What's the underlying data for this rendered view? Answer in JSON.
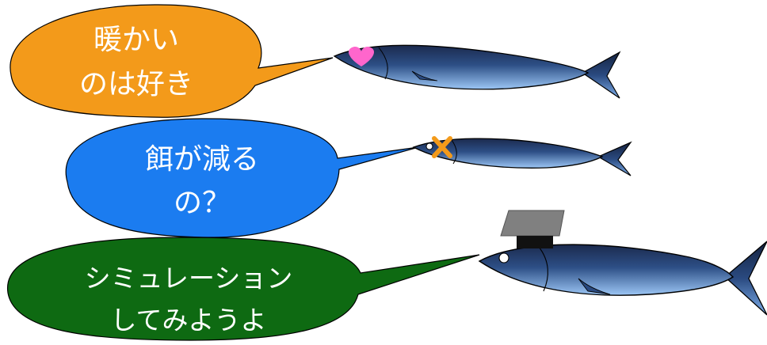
{
  "bubbles": [
    {
      "lines": [
        "暖かい",
        "のは好き"
      ],
      "fill": "#f39a1a",
      "text_color": "#ffffff"
    },
    {
      "lines": [
        "餌が減る",
        "の？"
      ],
      "fill": "#1b7cf0",
      "text_color": "#ffffff"
    },
    {
      "lines": [
        "シミュレーション",
        "してみようよ"
      ],
      "fill": "#0e6a12",
      "text_color": "#ffffff"
    }
  ],
  "fish": [
    {
      "name": "fish-with-heart",
      "marker": "heart-icon",
      "marker_color": "#ff66cc"
    },
    {
      "name": "fish-with-cross",
      "marker": "cross-icon",
      "marker_color": "#f39a1a"
    },
    {
      "name": "fish-with-graduation-cap",
      "marker": "graduation-cap-icon",
      "marker_color": "#808080"
    }
  ],
  "colors": {
    "fish_back": "#1b2a4e",
    "fish_belly": "#8ab8f0",
    "outline": "#000000"
  }
}
